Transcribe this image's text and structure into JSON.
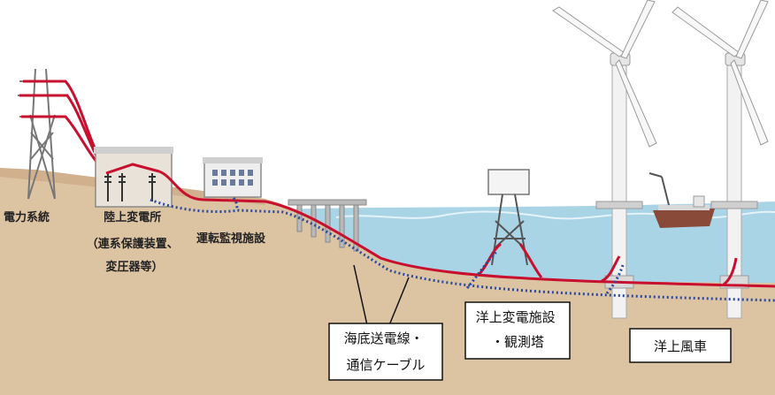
{
  "labels": {
    "power_grid": "電力系統",
    "onshore_substation": [
      "陸上変電所",
      "（連系保護装置、",
      "変圧器等）"
    ],
    "operation_monitoring": "運転監視施設",
    "subsea_cable": [
      "海底送電線・",
      "通信ケーブル"
    ],
    "offshore_substation": [
      "洋上変電施設",
      "・観測塔"
    ],
    "offshore_wind_turbine": "洋上風車"
  },
  "colors": {
    "sea": "#a9d4e6",
    "seabed": "#dcc3a2",
    "land": "#d8b592",
    "power_line": "#c8102e",
    "comm_line": "#2a4aa0",
    "tower": "#8a8a8a",
    "turbine": "#f2f2f2",
    "ship_hull": "#8a4a3a"
  },
  "icons": [
    "transmission-tower-icon",
    "substation-building-icon",
    "monitoring-building-icon",
    "pier-icon",
    "offshore-substation-icon",
    "wind-turbine-icon",
    "ship-icon"
  ]
}
